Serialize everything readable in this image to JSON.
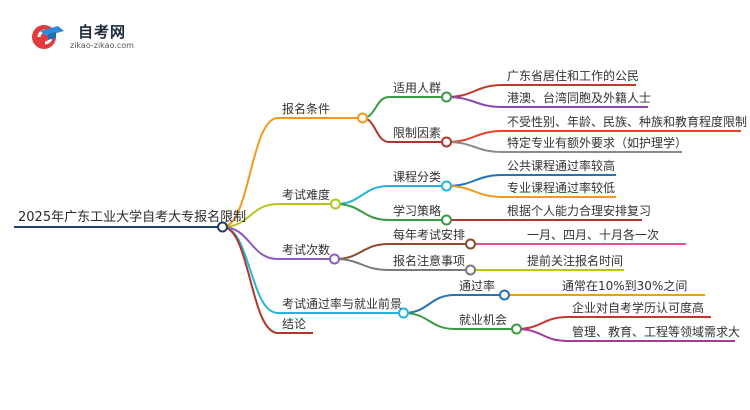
{
  "logo": {
    "name": "自考网",
    "url": "zikao-zikao.com"
  },
  "root": "2025年广东工业大学自考大专报名限制",
  "branches": {
    "b1": {
      "label": "报名条件",
      "sub1": {
        "label": "适用人群",
        "leaf1": "广东省居住和工作的公民",
        "leaf2": "港澳、台湾同胞及外籍人士"
      },
      "sub2": {
        "label": "限制因素",
        "leaf1": "不受性别、年龄、民族、种族和教育程度限制",
        "leaf2": "特定专业有额外要求（如护理学）"
      }
    },
    "b2": {
      "label": "考试难度",
      "sub1": {
        "label": "课程分类",
        "leaf1": "公共课程通过率较高",
        "leaf2": "专业课程通过率较低"
      },
      "sub2": {
        "label": "学习策略",
        "leaf1": "根据个人能力合理安排复习"
      }
    },
    "b3": {
      "label": "考试次数",
      "sub1": {
        "label": "每年考试安排",
        "leaf1": "一月、四月、十月各一次"
      },
      "sub2": {
        "label": "报名注意事项",
        "leaf1": "提前关注报名时间"
      }
    },
    "b4": {
      "label": "考试通过率与就业前景",
      "sub1": {
        "label": "通过率",
        "leaf1": "通常在10%到30%之间"
      },
      "sub2": {
        "label": "就业机会",
        "leaf1": "企业对自考学历认可度高",
        "leaf2": "管理、教育、工程等领域需求大"
      }
    },
    "b5": {
      "label": "结论"
    }
  },
  "colors": {
    "root": "#1f3f6e",
    "b1": "#f39a1e",
    "b1s1": "#3a9a45",
    "b1s2": "#b0362c",
    "b1s1l1": "#c0392b",
    "b1s1l2": "#8e44ad",
    "b1s2l1": "#e8412c",
    "b1s2l2": "#8a8a8a",
    "b2": "#b7c61a",
    "b2s1": "#25b5d6",
    "b2s2": "#3a9a45",
    "b2s1l1": "#2273b8",
    "b2s1l2": "#f39a1e",
    "b2s2l1": "#b0362c",
    "b3": "#8e5bc1",
    "b3s1": "#8a4b2f",
    "b3s2": "#7a7a7a",
    "b3s1l1": "#e8508f",
    "b3s2l1": "#b7c61a",
    "b4": "#25b5d6",
    "b4s1": "#2273b8",
    "b4s2": "#3a9a45",
    "b4s1l1": "#f39a1e",
    "b4s2l1": "#d0312d",
    "b4s2l2": "#a33a9e",
    "b5": "#b0362c"
  }
}
